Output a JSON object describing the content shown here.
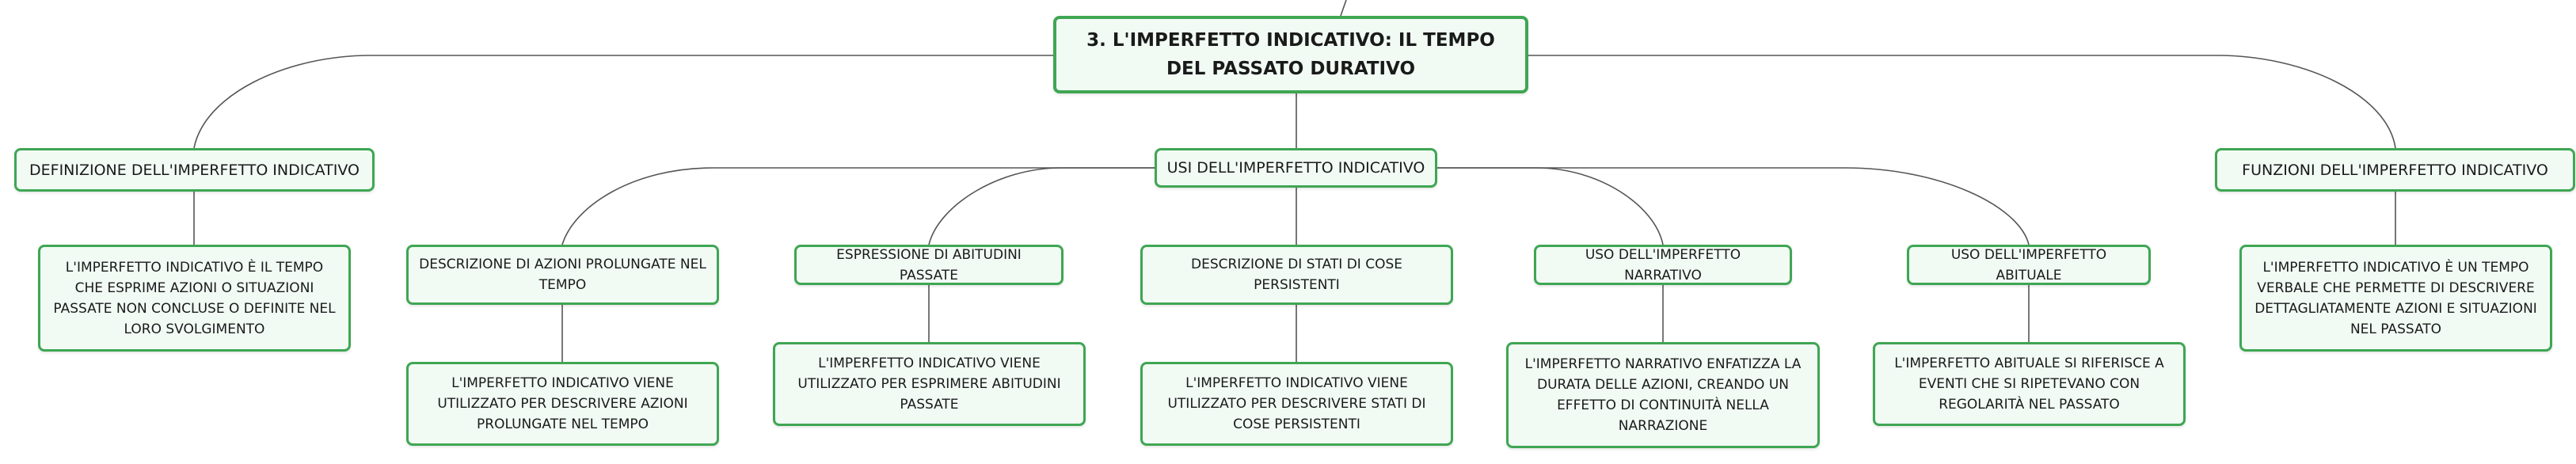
{
  "root": {
    "title": "3. L'IMPERFETTO INDICATIVO: IL TEMPO DEL PASSATO DURATIVO"
  },
  "definizione": {
    "title": "DEFINIZIONE DELL'IMPERFETTO INDICATIVO",
    "detail": "L'IMPERFETTO INDICATIVO È IL TEMPO CHE ESPRIME AZIONI O SITUAZIONI PASSATE NON CONCLUSE O DEFINITE NEL LORO SVOLGIMENTO"
  },
  "usi": {
    "title": "USI DELL'IMPERFETTO INDICATIVO",
    "items": [
      {
        "title": "DESCRIZIONE DI AZIONI PROLUNGATE NEL TEMPO",
        "detail": "L'IMPERFETTO INDICATIVO VIENE UTILIZZATO PER DESCRIVERE AZIONI PROLUNGATE NEL TEMPO"
      },
      {
        "title": "ESPRESSIONE DI ABITUDINI PASSATE",
        "detail": "L'IMPERFETTO INDICATIVO VIENE UTILIZZATO PER ESPRIMERE ABITUDINI PASSATE"
      },
      {
        "title": "DESCRIZIONE DI STATI DI COSE PERSISTENTI",
        "detail": "L'IMPERFETTO INDICATIVO VIENE UTILIZZATO PER DESCRIVERE STATI DI COSE PERSISTENTI"
      },
      {
        "title": "USO DELL'IMPERFETTO NARRATIVO",
        "detail": "L'IMPERFETTO NARRATIVO ENFATIZZA LA DURATA DELLE AZIONI, CREANDO UN EFFETTO DI CONTINUITÀ NELLA NARRAZIONE"
      },
      {
        "title": "USO DELL'IMPERFETTO ABITUALE",
        "detail": "L'IMPERFETTO ABITUALE SI RIFERISCE A EVENTI CHE SI RIPETEVANO CON REGOLARITÀ NEL PASSATO"
      }
    ]
  },
  "funzioni": {
    "title": "FUNZIONI DELL'IMPERFETTO INDICATIVO",
    "detail": "L'IMPERFETTO INDICATIVO È UN TEMPO VERBALE CHE PERMETTE DI DESCRIVERE DETTAGLIATAMENTE AZIONI E SITUAZIONI NEL PASSATO"
  }
}
